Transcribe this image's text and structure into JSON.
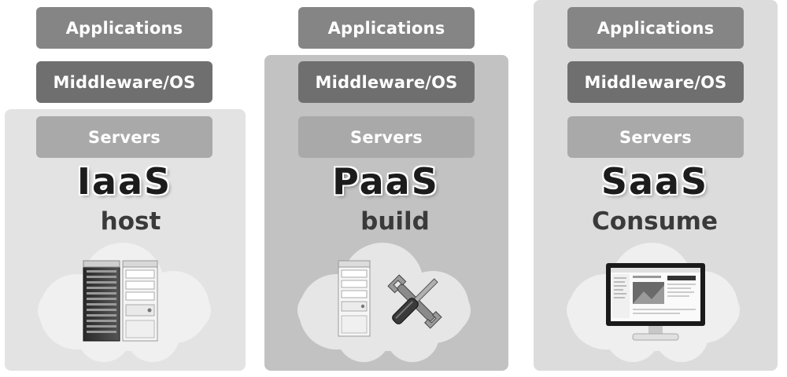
{
  "models": [
    {
      "id": "iaas",
      "title": "IaaS",
      "subtitle": "host",
      "layers": {
        "applications": "Applications",
        "middleware": "Middleware/OS",
        "servers": "Servers"
      },
      "illustration": "server-rack-icon"
    },
    {
      "id": "paas",
      "title": "PaaS",
      "subtitle": "build",
      "layers": {
        "applications": "Applications",
        "middleware": "Middleware/OS",
        "servers": "Servers"
      },
      "illustration": "tools-icon"
    },
    {
      "id": "saas",
      "title": "SaaS",
      "subtitle": "Consume",
      "layers": {
        "applications": "Applications",
        "middleware": "Middleware/OS",
        "servers": "Servers"
      },
      "illustration": "monitor-icon"
    }
  ],
  "colors": {
    "iaas_panel": "#e3e3e3",
    "paas_panel": "#c2c2c2",
    "saas_panel": "#dcdcdc",
    "applications_box": "#858585",
    "middleware_box": "#6f6f6f",
    "servers_box": "#a9a9a9"
  }
}
